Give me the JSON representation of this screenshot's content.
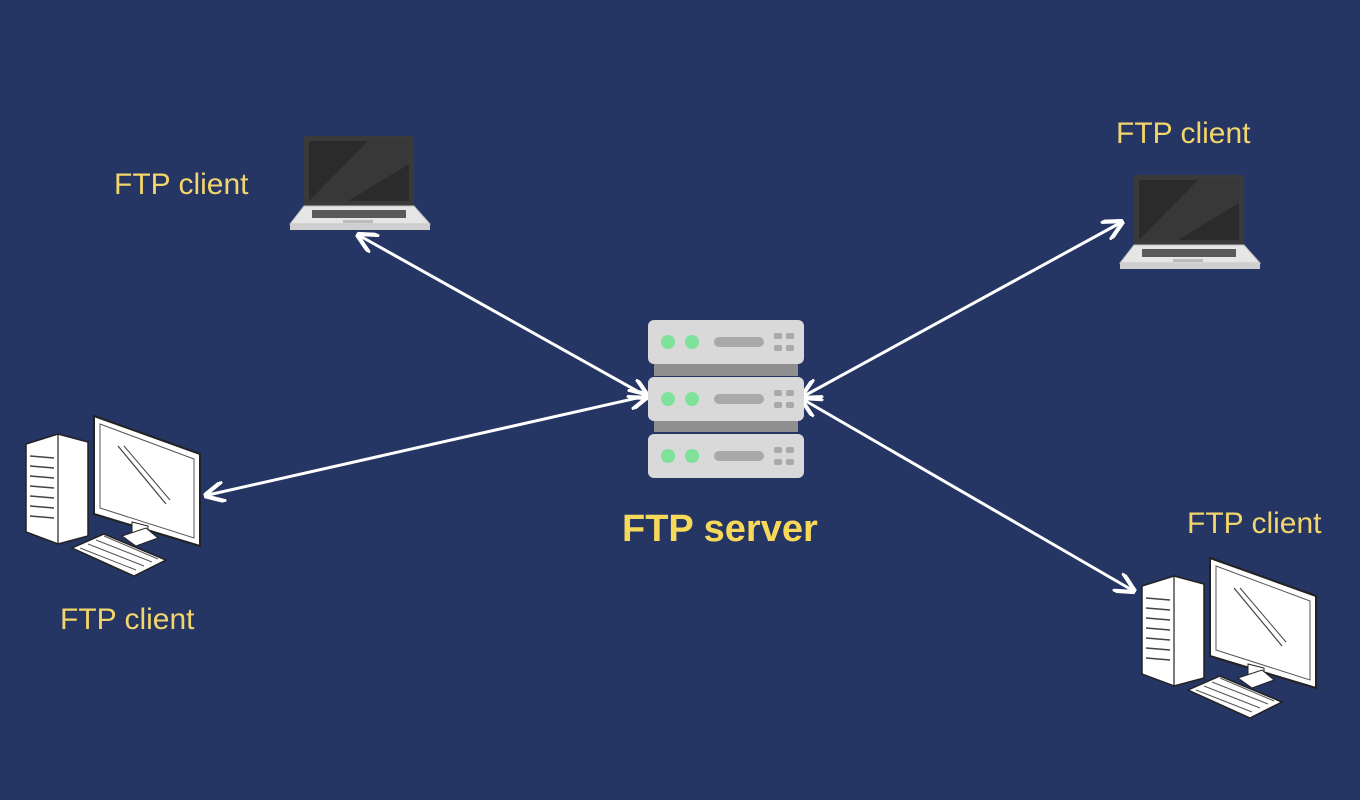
{
  "server": {
    "label": "FTP server",
    "icon": "server-rack-icon",
    "led_color": "#7ee29a"
  },
  "clients": [
    {
      "id": "top-left",
      "label": "FTP client",
      "icon": "laptop-icon"
    },
    {
      "id": "top-right",
      "label": "FTP client",
      "icon": "laptop-icon"
    },
    {
      "id": "bottom-left",
      "label": "FTP client",
      "icon": "desktop-computer-icon"
    },
    {
      "id": "bottom-right",
      "label": "FTP client",
      "icon": "desktop-computer-icon"
    }
  ],
  "colors": {
    "background": "#253564",
    "label": "#f2d56b",
    "arrow": "#ffffff"
  }
}
